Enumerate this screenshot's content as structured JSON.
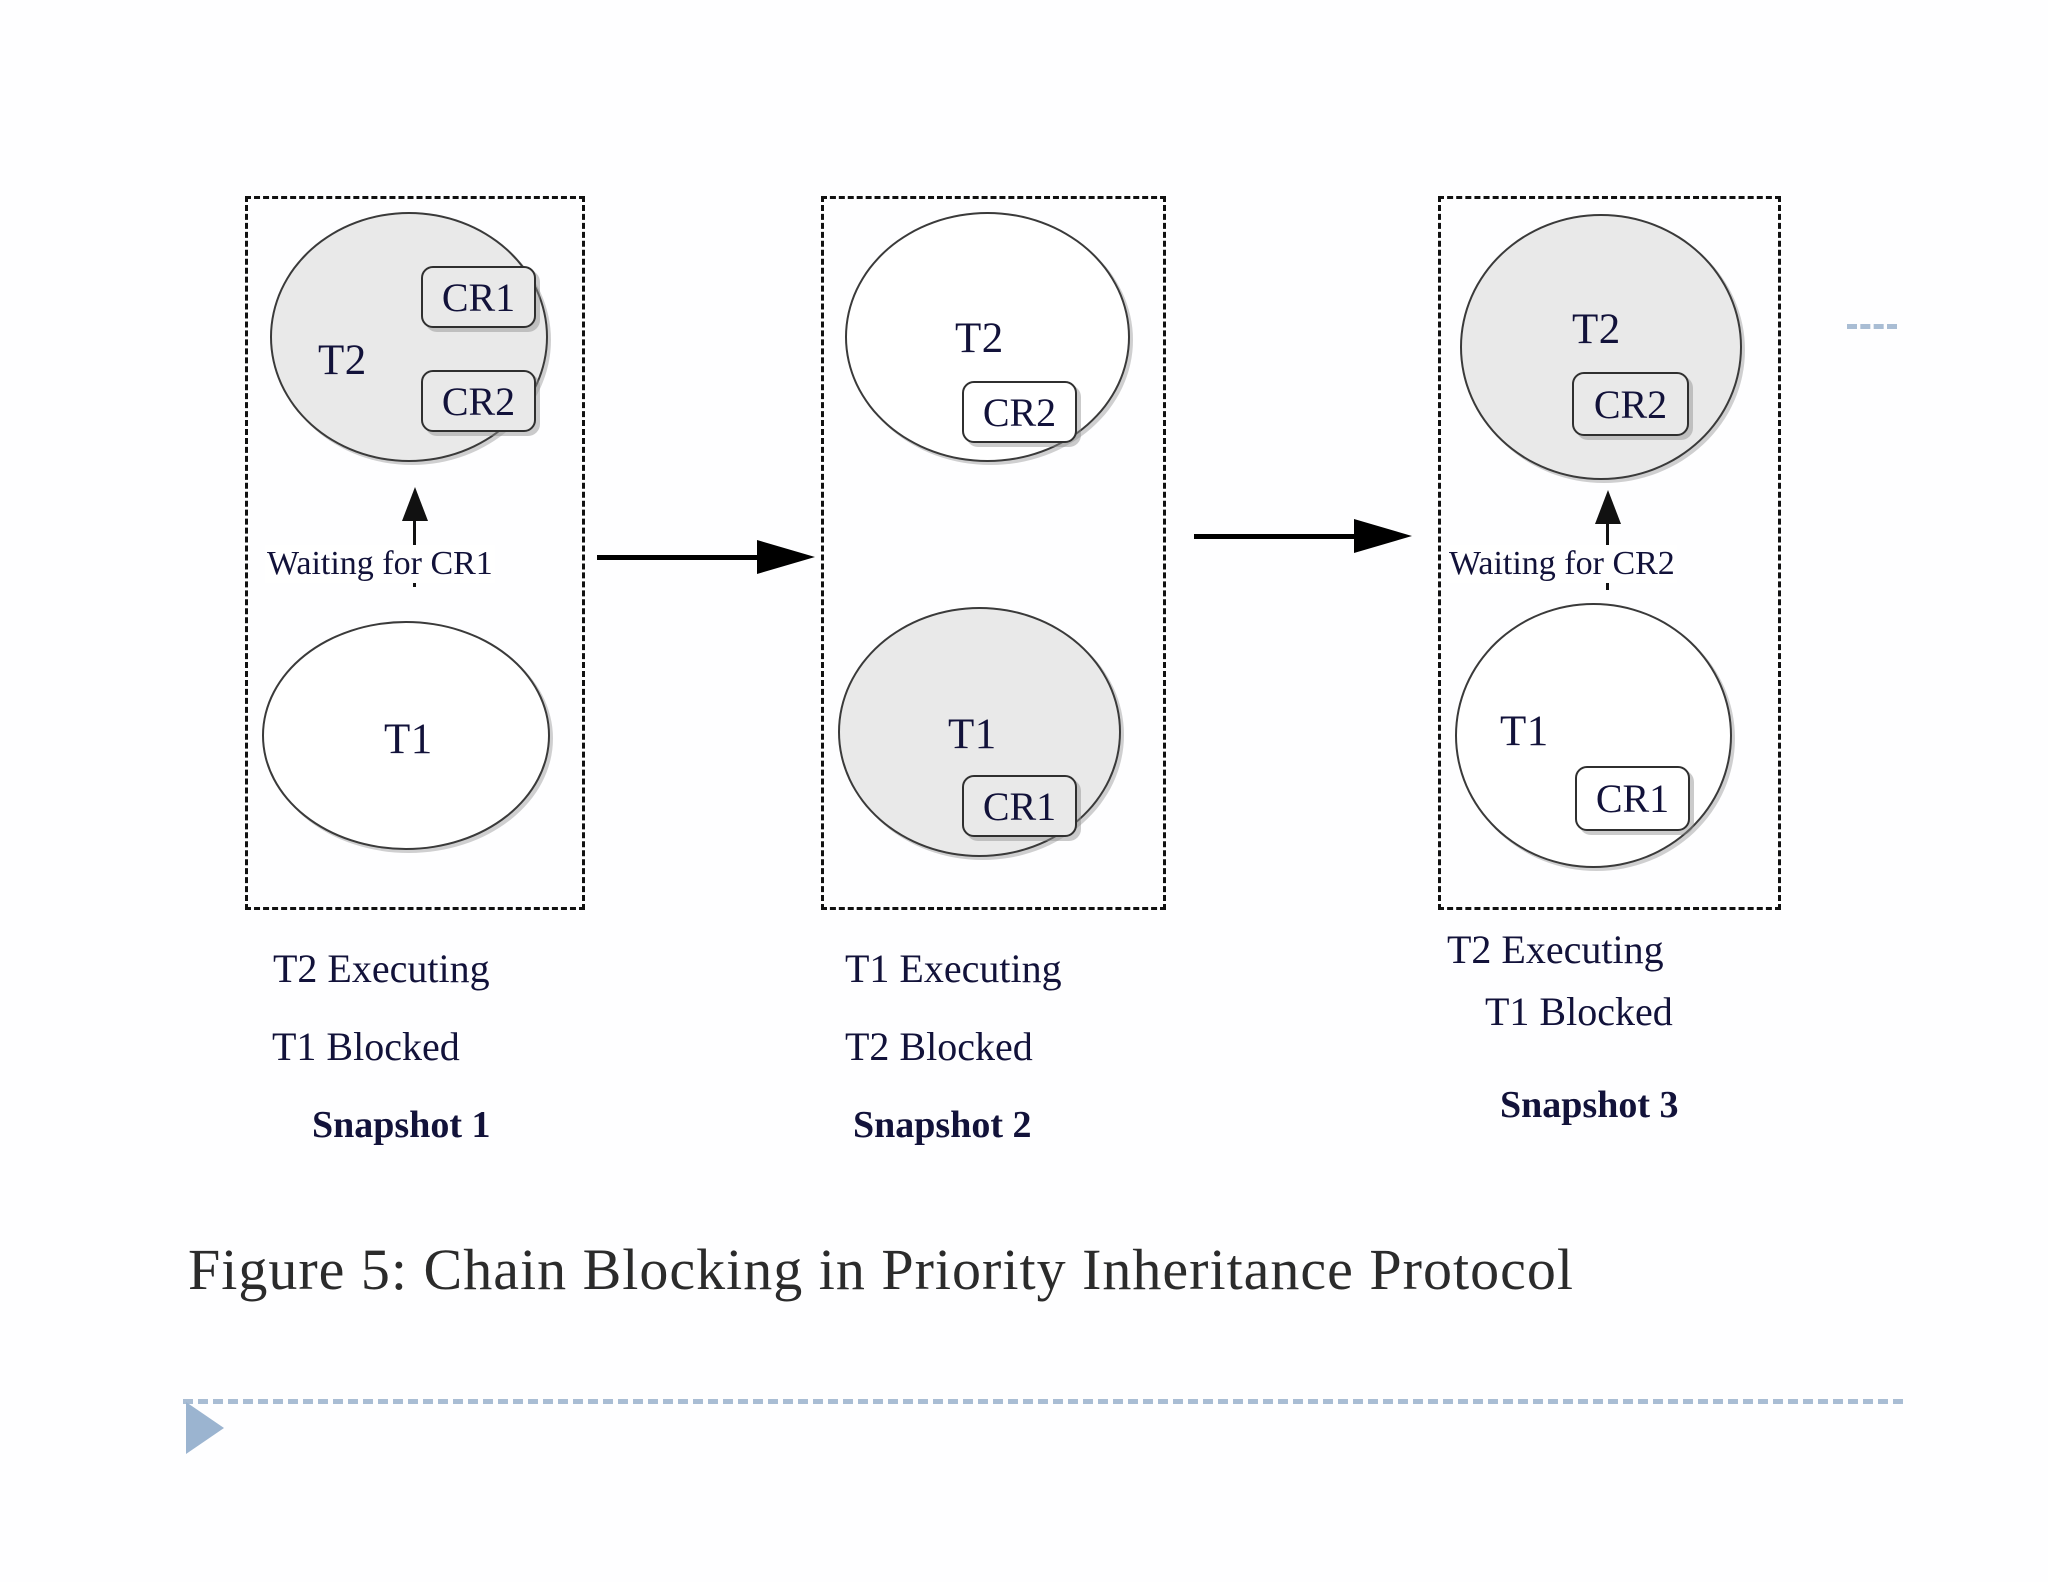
{
  "figure": {
    "caption": "Figure 5: Chain Blocking in Priority Inheritance Protocol"
  },
  "snapshots": [
    {
      "name": "Snapshot 1",
      "upper_task": {
        "label": "T2",
        "shaded": true,
        "critical_sections": [
          "CR1",
          "CR2"
        ]
      },
      "waiting_label": "Waiting for CR1",
      "lower_task": {
        "label": "T1",
        "shaded": false,
        "critical_sections": []
      },
      "status": [
        "T2   Executing",
        "T1  Blocked"
      ]
    },
    {
      "name": "Snapshot 2",
      "upper_task": {
        "label": "T2",
        "shaded": false,
        "critical_sections": [
          "CR2"
        ]
      },
      "waiting_label": "",
      "lower_task": {
        "label": "T1",
        "shaded": true,
        "critical_sections": [
          "CR1"
        ]
      },
      "status": [
        "T1  Executing",
        "T2    Blocked"
      ]
    },
    {
      "name": "Snapshot 3",
      "upper_task": {
        "label": "T2",
        "shaded": true,
        "critical_sections": [
          "CR2"
        ]
      },
      "waiting_label": "Waiting for  CR2",
      "lower_task": {
        "label": "T1",
        "shaded": false,
        "critical_sections": [
          "CR1"
        ]
      },
      "status": [
        "T2  Executing",
        "T1  Blocked"
      ]
    }
  ],
  "colors": {
    "shaded_fill": "#e9e9e9",
    "outline": "#3a3a3a",
    "text": "#12123a",
    "footer_accent": "#9bb4d0"
  }
}
